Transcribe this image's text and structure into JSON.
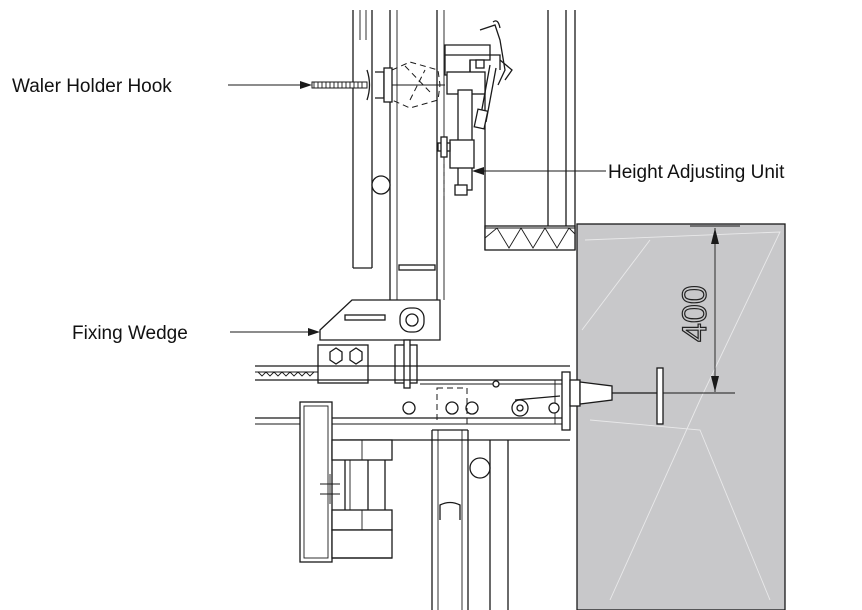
{
  "labels": {
    "waler_holder_hook": "Waler Holder Hook",
    "height_adjusting_unit": "Height Adjusting Unit",
    "fixing_wedge": "Fixing Wedge"
  },
  "dimension": {
    "value": "400"
  },
  "colors": {
    "concrete": "#c8c8ca",
    "line": "#1a1a1a",
    "background": "#ffffff"
  }
}
